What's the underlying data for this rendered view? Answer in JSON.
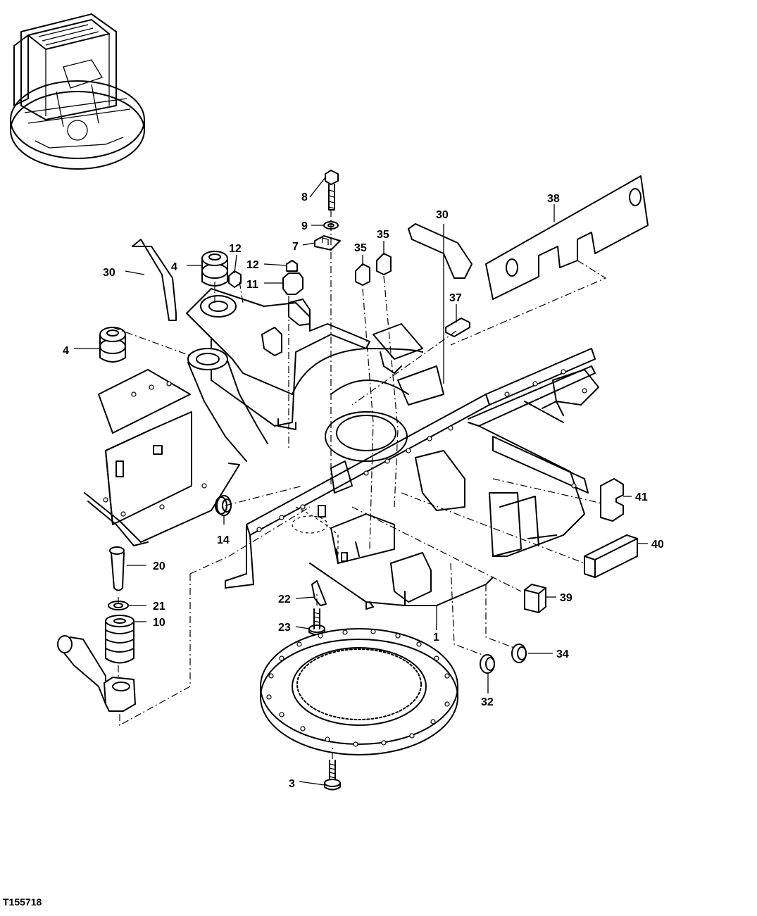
{
  "figure_id": "T155718",
  "callouts": [
    {
      "id": "c1",
      "label": "1"
    },
    {
      "id": "c3",
      "label": "3"
    },
    {
      "id": "c4a",
      "label": "4"
    },
    {
      "id": "c4b",
      "label": "4"
    },
    {
      "id": "c7",
      "label": "7"
    },
    {
      "id": "c8",
      "label": "8"
    },
    {
      "id": "c9",
      "label": "9"
    },
    {
      "id": "c10",
      "label": "10"
    },
    {
      "id": "c11",
      "label": "11"
    },
    {
      "id": "c12a",
      "label": "12"
    },
    {
      "id": "c12b",
      "label": "12"
    },
    {
      "id": "c14",
      "label": "14"
    },
    {
      "id": "c20",
      "label": "20"
    },
    {
      "id": "c21",
      "label": "21"
    },
    {
      "id": "c22",
      "label": "22"
    },
    {
      "id": "c23",
      "label": "23"
    },
    {
      "id": "c30a",
      "label": "30"
    },
    {
      "id": "c30b",
      "label": "30"
    },
    {
      "id": "c32",
      "label": "32"
    },
    {
      "id": "c34",
      "label": "34"
    },
    {
      "id": "c35a",
      "label": "35"
    },
    {
      "id": "c35b",
      "label": "35"
    },
    {
      "id": "c37",
      "label": "37"
    },
    {
      "id": "c38",
      "label": "38"
    },
    {
      "id": "c39",
      "label": "39"
    },
    {
      "id": "c40",
      "label": "40"
    },
    {
      "id": "c41",
      "label": "41"
    }
  ]
}
